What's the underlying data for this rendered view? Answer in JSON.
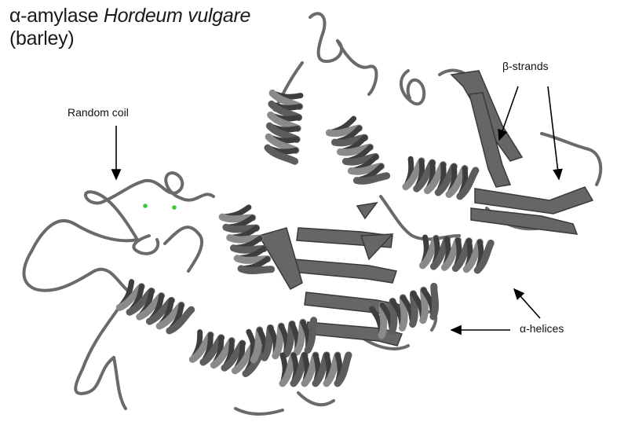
{
  "title": {
    "prefix": "α-amylase ",
    "species": "Hordeum vulgare",
    "common_name": "(barley)"
  },
  "labels": {
    "random_coil": "Random coil",
    "beta_strands": "β-strands",
    "alpha_helices": "α-helices"
  },
  "colors": {
    "ribbon": "#5d5d5d",
    "ribbon_dark": "#3e3e3e",
    "ribbon_light": "#8a8a8a",
    "ion": "#33cc33",
    "arrow": "#000000"
  }
}
